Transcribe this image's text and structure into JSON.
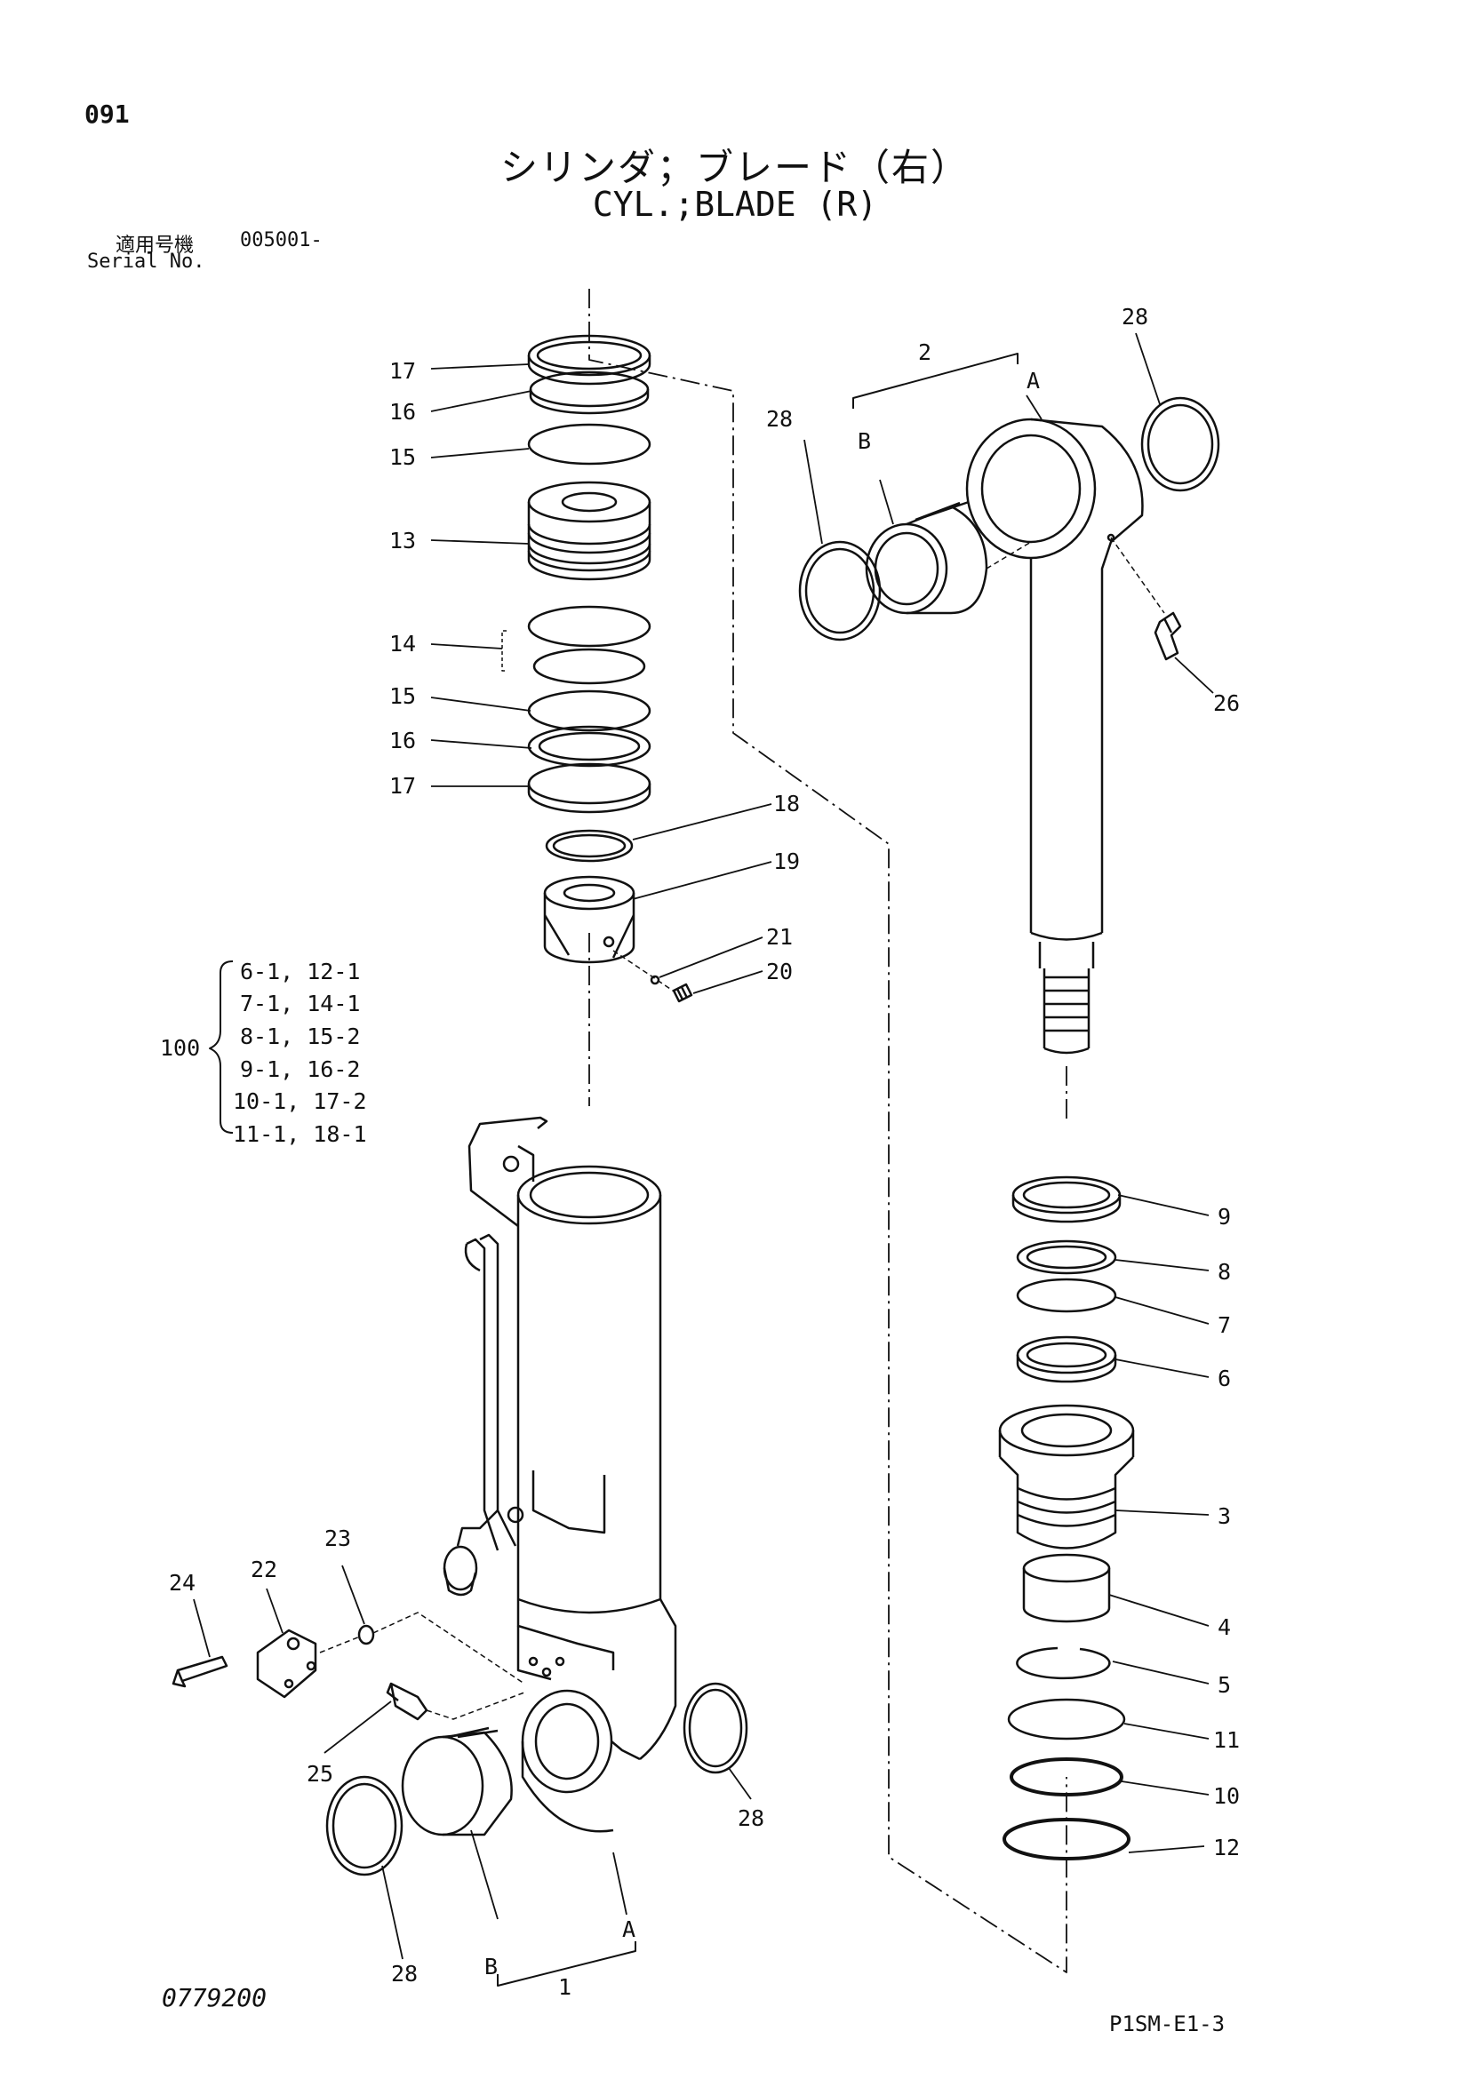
{
  "header": {
    "page_number": "091",
    "title_jp": "シリンダ；ブレード（右）",
    "title_en": "CYL.;BLADE (R)",
    "serial_label_jp": "適用号機",
    "serial_value": "005001-",
    "serial_label_en": "Serial No."
  },
  "footer": {
    "drawing_number": "0779200",
    "sheet_code": "P1SM-E1-3"
  },
  "callouts": {
    "c17a": "17",
    "c16a": "16",
    "c15a": "15",
    "c13": "13",
    "c14": "14",
    "c15b": "15",
    "c16b": "16",
    "c17b": "17",
    "c18": "18",
    "c19": "19",
    "c21": "21",
    "c20": "20",
    "c2": "2",
    "cA_top": "A",
    "cB_top": "B",
    "c28_tl": "28",
    "c28_tr": "28",
    "c26": "26",
    "c9": "9",
    "c8": "8",
    "c7": "7",
    "c6": "6",
    "c3": "3",
    "c4": "4",
    "c5": "5",
    "c11": "11",
    "c10": "10",
    "c12": "12",
    "c22": "22",
    "c23": "23",
    "c24": "24",
    "c25": "25",
    "c28_bl": "28",
    "c28_br": "28",
    "cA_bot": "A",
    "cB_bot": "B",
    "c1": "1"
  },
  "kit": {
    "number": "100",
    "items": [
      "6-1, 12-1",
      "7-1, 14-1",
      "8-1, 15-2",
      "9-1, 16-2",
      "10-1, 17-2",
      "11-1, 18-1"
    ]
  }
}
